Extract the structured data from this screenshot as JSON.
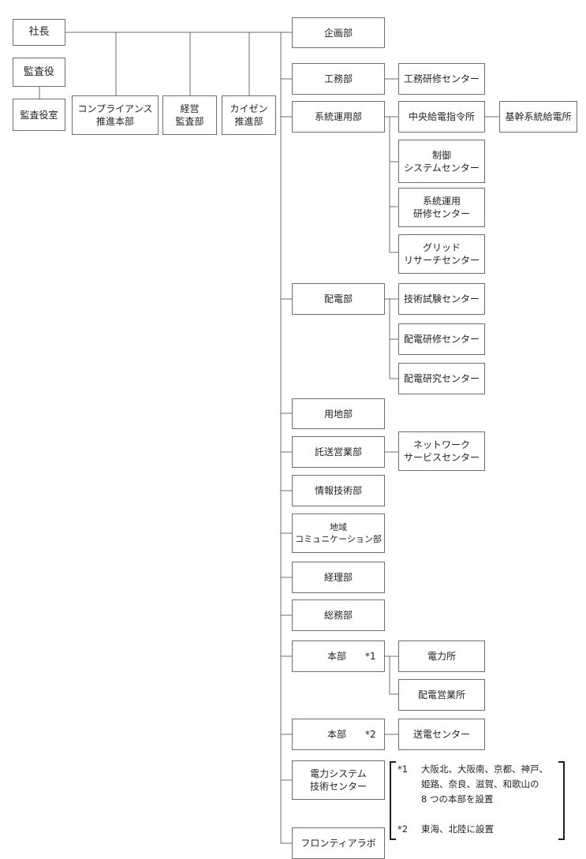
{
  "president": "社長",
  "auditor": "監査役",
  "auditor_office": "監査役室",
  "compliance": "コンプライアンス\n推進本部",
  "mgmt_audit": "経営\n監査部",
  "kaizen": "カイゼン\n推進部",
  "departments": {
    "kikaku": "企画部",
    "koumu": "工務部",
    "keitou": "系統運用部",
    "haiden": "配電部",
    "youchi": "用地部",
    "takusou": "託送営業部",
    "jouhou": "情報技術部",
    "chiiki": "地域\nコミュニケーション部",
    "keiri": "経理部",
    "soumu": "総務部",
    "honbu1": "本部",
    "honbu1_mark": "*1",
    "honbu2": "本部",
    "honbu2_mark": "*2",
    "denryoku_system": "電力システム\n技術センター",
    "frontier": "フロンティアラボ"
  },
  "sub": {
    "koumu_training": "工務研修センター",
    "central_dispatch": "中央給電指令所",
    "trunk_dispatch": "基幹系統給電所",
    "control_system": "制御\nシステムセンター",
    "keitou_training": "系統運用\n研修センター",
    "grid_research": "グリッド\nリサーチセンター",
    "tech_test": "技術試験センター",
    "haiden_training": "配電研修センター",
    "haiden_research": "配電研究センター",
    "network_service": "ネットワーク\nサービスセンター",
    "power_station": "電力所",
    "haiden_sales": "配電営業所",
    "transmission": "送電センター"
  },
  "notes": [
    {
      "mark": "*1",
      "text": "大阪北、大阪南、京都、神戸、\n姫路、奈良、滋賀、和歌山の\n8 つの本部を設置"
    },
    {
      "mark": "*2",
      "text": "東海、北陸に設置"
    }
  ]
}
